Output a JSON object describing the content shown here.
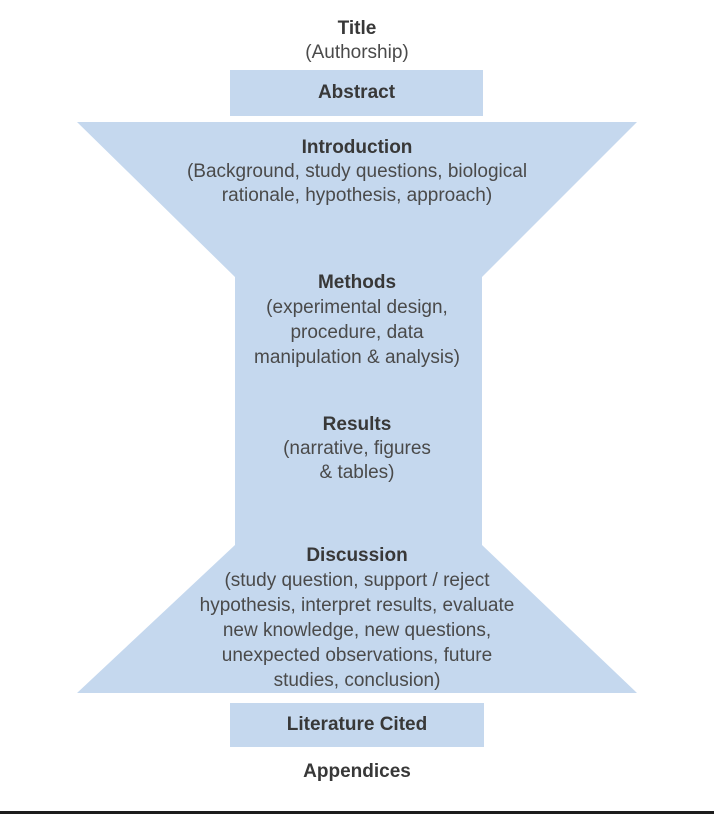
{
  "colors": {
    "funnel_fill": "#c5d8ee",
    "heading_text": "#383838",
    "body_text": "#4a4a4a",
    "bottom_rule": "#1c1c1c"
  },
  "sections": {
    "title": {
      "heading": "Title",
      "subtitle": "(Authorship)"
    },
    "abstract": {
      "label": "Abstract"
    },
    "introduction": {
      "heading": "Introduction",
      "lines": [
        "(Background, study questions, biological",
        "rationale, hypothesis, approach)"
      ]
    },
    "methods": {
      "heading": "Methods",
      "lines": [
        "(experimental design,",
        "procedure, data",
        "manipulation & analysis)"
      ]
    },
    "results": {
      "heading": "Results",
      "lines": [
        "(narrative, figures",
        "& tables)"
      ]
    },
    "discussion": {
      "heading": "Discussion",
      "lines": [
        "(study question, support / reject",
        "hypothesis, interpret results, evaluate",
        "new knowledge, new questions,",
        "unexpected observations, future",
        "studies, conclusion)"
      ]
    },
    "literature_cited": {
      "label": "Literature Cited"
    },
    "appendices": {
      "label": "Appendices"
    }
  }
}
